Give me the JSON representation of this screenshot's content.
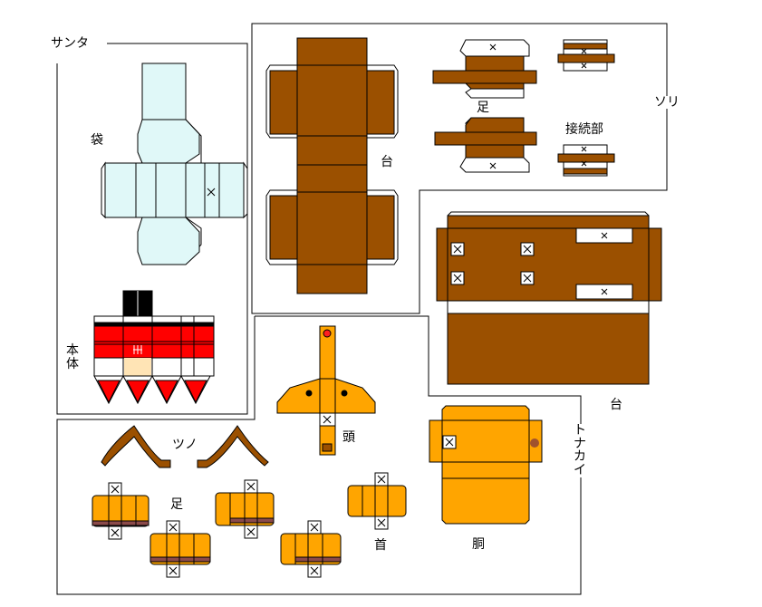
{
  "colors": {
    "wood": "#9b5000",
    "orange": "#ffa500",
    "sack": "#e0f8f8",
    "red": "#ff0000",
    "black": "#000000",
    "skin": "#ffe4b5",
    "nose": "#ff2020",
    "hoof": "#8b4a4a",
    "tab": "#ffffff"
  },
  "sections": {
    "santa": {
      "title": "サンタ",
      "sack_label": "袋",
      "body_label": "本体"
    },
    "sleigh": {
      "title": "ソリ",
      "base_label": "台",
      "legs_label": "足",
      "joint_label": "接続部"
    },
    "reindeer": {
      "title": "トナカイ",
      "base_label": "台",
      "antlers_label": "ツノ",
      "legs_label": "足",
      "head_label": "頭",
      "neck_label": "首",
      "torso_label": "胴"
    }
  }
}
